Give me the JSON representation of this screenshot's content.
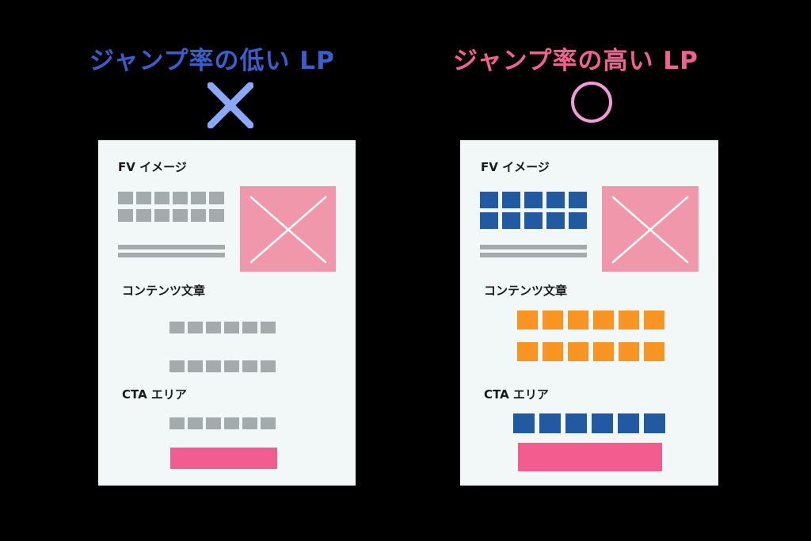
{
  "colors": {
    "background": "#000000",
    "panel": "#f2f7f7",
    "low_heading": "#3a5fcd",
    "high_heading": "#f06292",
    "cross_mark": "#8aa8ff",
    "circle_mark": "#f49ad6",
    "gray_block": "#a4abac",
    "blue_block": "#215aa0",
    "orange_block": "#f79422",
    "image_pink": "#f097ab",
    "cta_pink": "#f25c8e",
    "label_text": "#1a1a1a"
  },
  "left": {
    "heading": "ジャンプ率の低い LP",
    "mark": "cross-mark",
    "sections": {
      "fv_label": "FV イメージ",
      "content_label": "コンテンツ文章",
      "cta_label": "CTA エリア"
    },
    "fv_blocks": {
      "rows": 2,
      "cols": 6,
      "color": "gray"
    },
    "text_lines": 2,
    "content_blocks": {
      "rows": 2,
      "cols": 6,
      "color": "gray"
    },
    "cta_blocks": {
      "rows": 1,
      "cols": 6,
      "color": "gray"
    },
    "cta_button": "pink-bar"
  },
  "right": {
    "heading": "ジャンプ率の高い LP",
    "mark": "circle-mark",
    "sections": {
      "fv_label": "FV イメージ",
      "content_label": "コンテンツ文章",
      "cta_label": "CTA エリア"
    },
    "fv_blocks": {
      "rows": 2,
      "cols": 5,
      "color": "blue"
    },
    "text_lines": 2,
    "content_blocks": {
      "rows": 2,
      "cols": 6,
      "color": "orange"
    },
    "cta_blocks": {
      "rows": 1,
      "cols": 6,
      "color": "blue"
    },
    "cta_button": "pink-bar"
  }
}
